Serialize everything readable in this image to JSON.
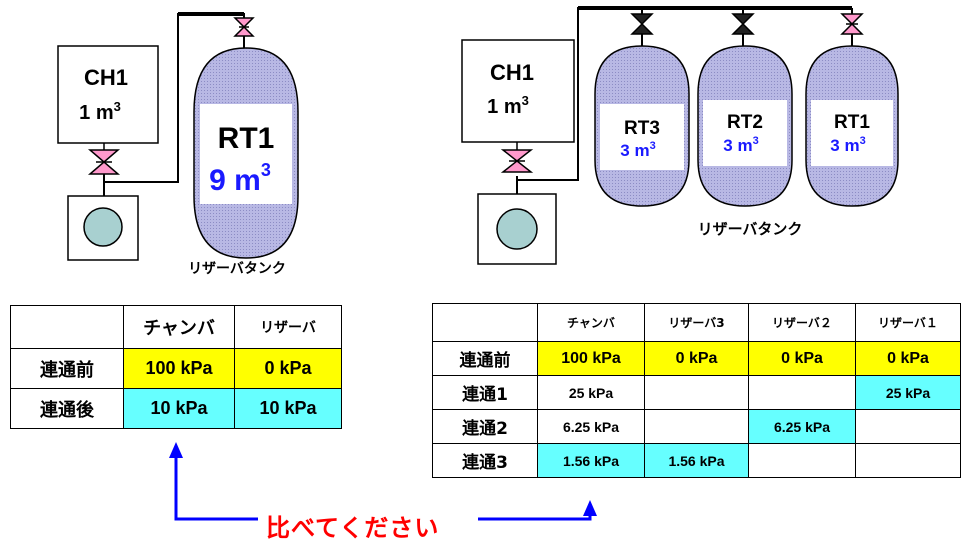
{
  "left": {
    "chamber_name": "CH1",
    "chamber_vol": "1 m",
    "chamber_vol_exp": "3",
    "reservoir_name": "RT1",
    "reservoir_vol": "9 m",
    "reservoir_vol_exp": "3",
    "reservoir_caption": "リザーバタンク"
  },
  "right": {
    "chamber_name": "CH1",
    "chamber_vol": "1 m",
    "chamber_vol_exp": "3",
    "tanks": [
      {
        "name": "RT3",
        "vol": "3 m",
        "exp": "3"
      },
      {
        "name": "RT2",
        "vol": "3 m",
        "exp": "3"
      },
      {
        "name": "RT1",
        "vol": "3 m",
        "exp": "3"
      }
    ],
    "reservoir_caption": "リザーバタンク"
  },
  "table1": {
    "headers": [
      "",
      "チャンバ",
      "リザーバ"
    ],
    "rows": [
      {
        "label": "連通前",
        "chamber": "100 kPa",
        "reservoir": "0 kPa"
      },
      {
        "label": "連通後",
        "chamber": "10 kPa",
        "reservoir": "10 kPa"
      }
    ]
  },
  "table2": {
    "headers": [
      "",
      "チャンバ",
      "リザーバ3",
      "リザーバ２",
      "リザーバ１"
    ],
    "rows": [
      {
        "label": "連通前",
        "cells": [
          "100 kPa",
          "0 kPa",
          "0 kPa",
          "0 kPa"
        ]
      },
      {
        "label": "連通1",
        "cells": [
          "25 kPa",
          "",
          "",
          "25 kPa"
        ]
      },
      {
        "label": "連通2",
        "cells": [
          "6.25 kPa",
          "",
          "6.25 kPa",
          ""
        ]
      },
      {
        "label": "連通3",
        "cells": [
          "1.56 kPa",
          "1.56 kPa",
          "",
          ""
        ]
      }
    ]
  },
  "compare_label": "比べてください",
  "colors": {
    "before": "#ffff00",
    "after": "#66ffff",
    "arrow": "#0000ff",
    "compare_text": "#ff0000",
    "tank_fill": "#b4b4e0",
    "valve_fill": "#ff99cc"
  }
}
